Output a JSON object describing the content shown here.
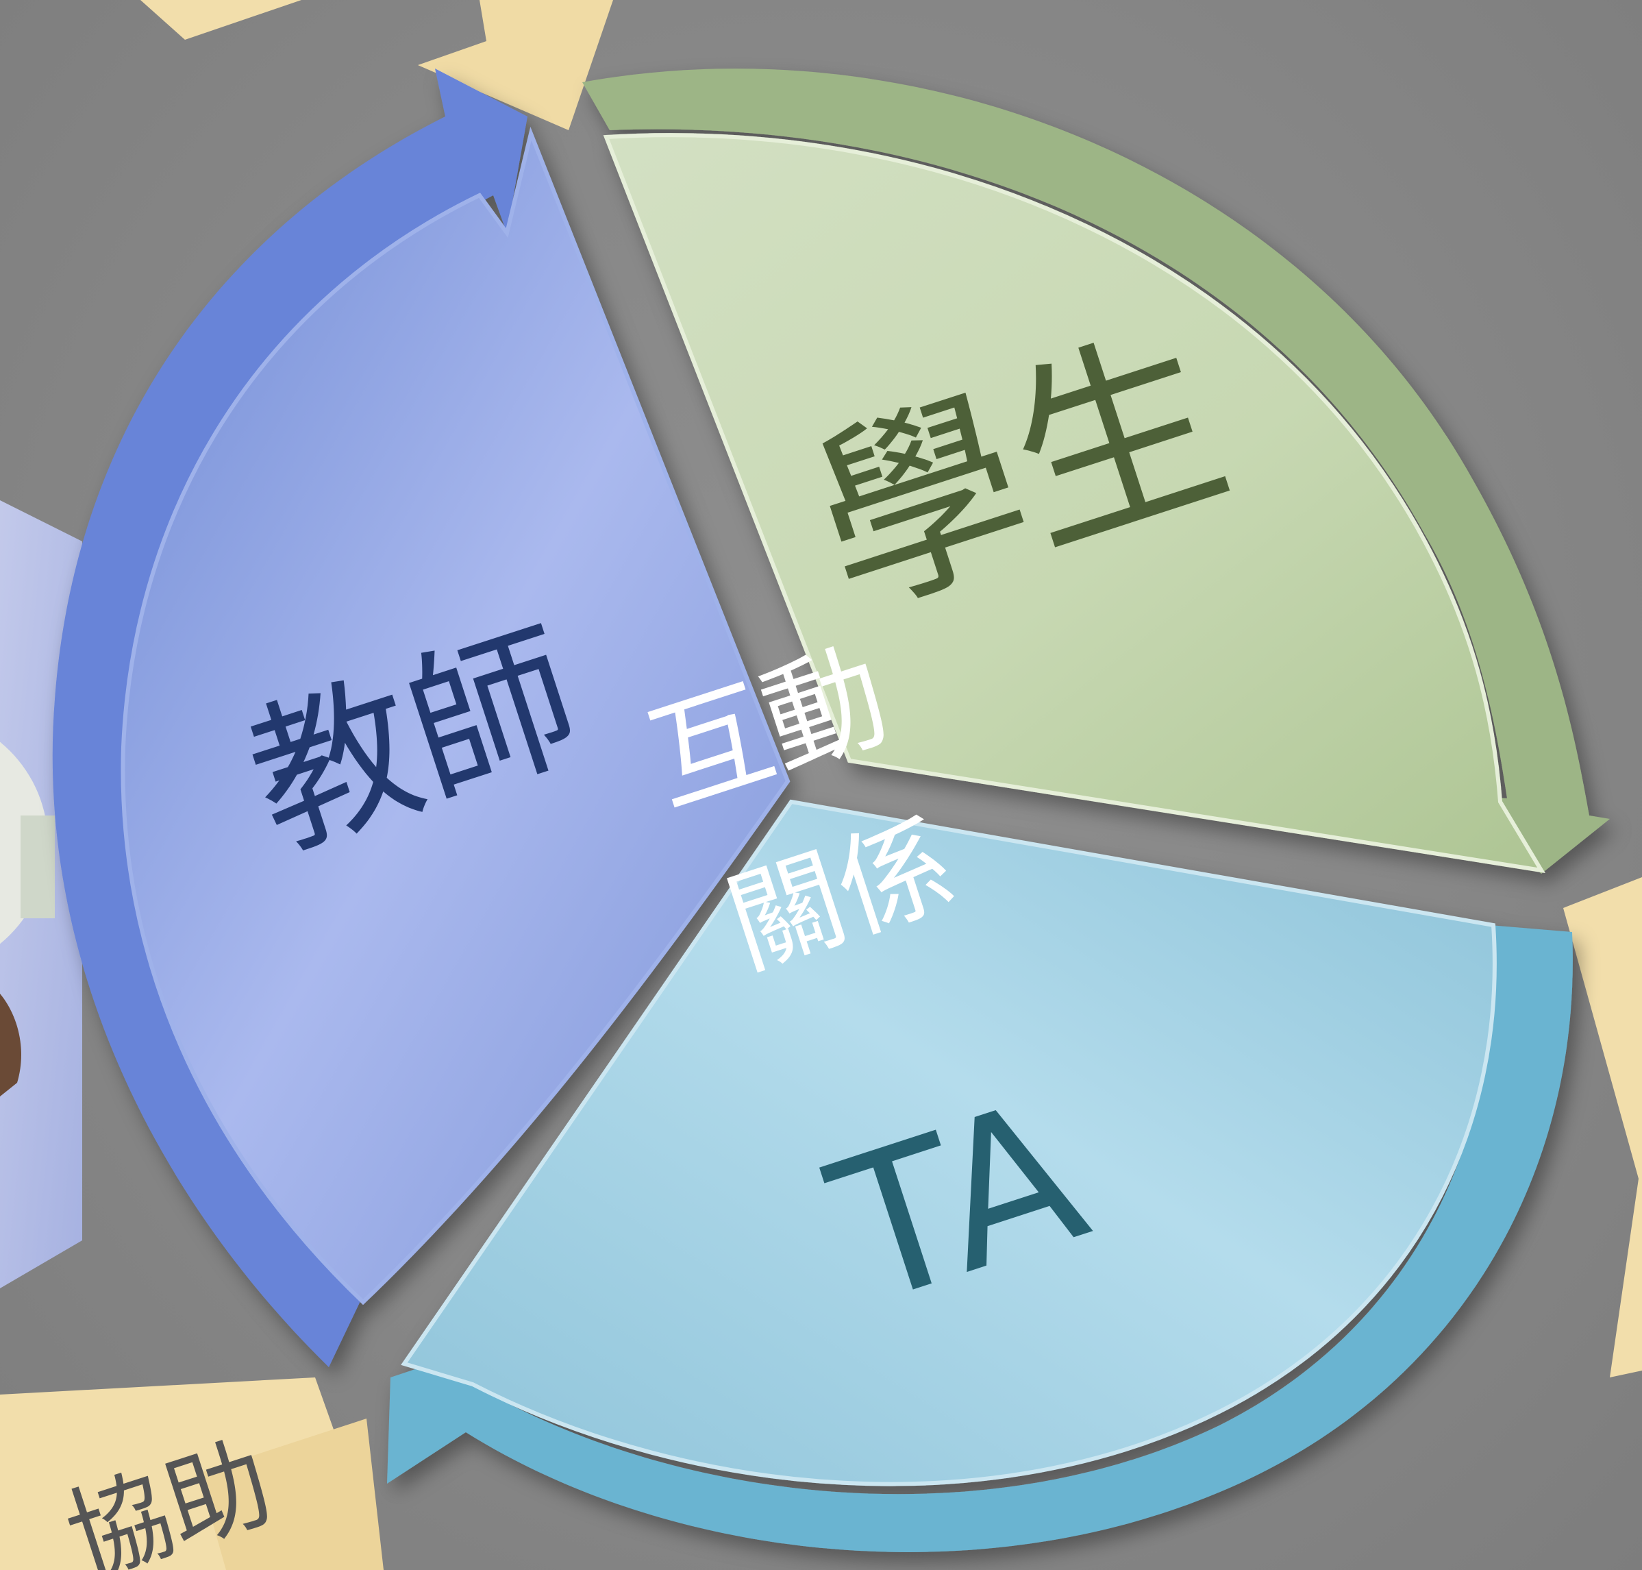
{
  "diagram": {
    "center": {
      "line1": "互動",
      "line2": "關係"
    },
    "segments": [
      {
        "id": "teacher",
        "label": "教師",
        "fill": "#8fa6e6",
        "ring": "#6784d8",
        "text_color": "#23386e"
      },
      {
        "id": "student",
        "label": "學生",
        "fill": "#bccfa8",
        "ring": "#9db586",
        "text_color": "#4d6038"
      },
      {
        "id": "ta",
        "label": "TA",
        "fill": "#a3cfe2",
        "ring": "#6bb4d1",
        "text_color": "#25606f"
      }
    ]
  },
  "background": {
    "note_text": "協助",
    "note_color": "#f2deab",
    "page_color": "#898989"
  }
}
